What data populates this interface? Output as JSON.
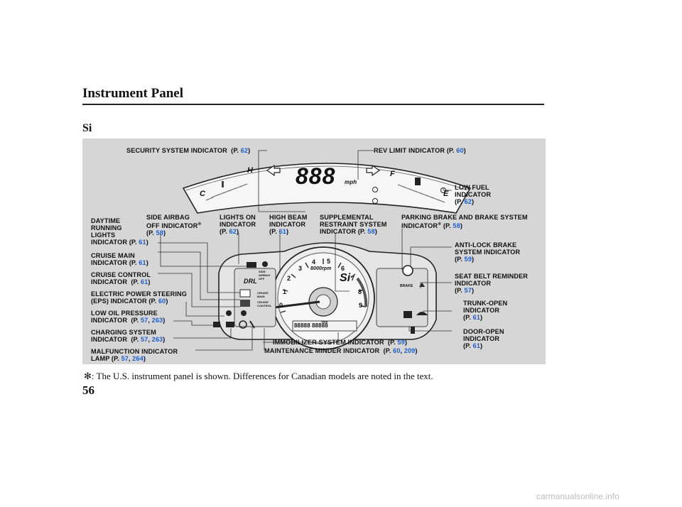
{
  "header": {
    "title": "Instrument Panel",
    "section": "Si"
  },
  "labels": {
    "security": {
      "name": "SECURITY SYSTEM INDICATOR",
      "pages": [
        "62"
      ]
    },
    "rev_limit": {
      "name": "REV LIMIT INDICATOR",
      "pages": [
        "60"
      ]
    },
    "low_fuel": {
      "lines": [
        "LOW FUEL",
        "INDICATOR"
      ],
      "pages": [
        "62"
      ]
    },
    "drl": {
      "lines": [
        "DAYTIME",
        "RUNNING",
        "LIGHTS",
        "INDICATOR"
      ],
      "pages": [
        "61"
      ]
    },
    "side_airbag": {
      "lines": [
        "SIDE AIRBAG",
        "OFF INDICATOR"
      ],
      "pages": [
        "58"
      ]
    },
    "lights_on": {
      "lines": [
        "LIGHTS ON",
        "INDICATOR"
      ],
      "pages": [
        "62"
      ]
    },
    "high_beam": {
      "lines": [
        "HIGH BEAM",
        "INDICATOR"
      ],
      "pages": [
        "61"
      ]
    },
    "srs": {
      "lines": [
        "SUPPLEMENTAL",
        "RESTRAINT SYSTEM",
        "INDICATOR"
      ],
      "pages": [
        "58"
      ]
    },
    "parking_brake": {
      "lines": [
        "PARKING BRAKE AND BRAKE SYSTEM",
        "INDICATOR"
      ],
      "pages": [
        "58"
      ]
    },
    "cruise_main": {
      "lines": [
        "CRUISE MAIN",
        "INDICATOR"
      ],
      "pages": [
        "61"
      ]
    },
    "cruise_control": {
      "lines": [
        "CRUISE CONTROL",
        "INDICATOR"
      ],
      "pages": [
        "61"
      ]
    },
    "eps": {
      "lines": [
        "ELECTRIC POWER STEERING",
        "(EPS) INDICATOR"
      ],
      "pages": [
        "60"
      ]
    },
    "low_oil": {
      "lines": [
        "LOW OIL PRESSURE",
        "INDICATOR"
      ],
      "pages": [
        "57",
        "263"
      ]
    },
    "charging": {
      "lines": [
        "CHARGING SYSTEM",
        "INDICATOR"
      ],
      "pages": [
        "57",
        "263"
      ]
    },
    "malfunction": {
      "lines": [
        "MALFUNCTION INDICATOR",
        "LAMP"
      ],
      "pages": [
        "57",
        "264"
      ]
    },
    "abs": {
      "lines": [
        "ANTI-LOCK BRAKE",
        "SYSTEM INDICATOR"
      ],
      "pages": [
        "59"
      ]
    },
    "seat_belt": {
      "lines": [
        "SEAT BELT REMINDER",
        "INDICATOR"
      ],
      "pages": [
        "57"
      ]
    },
    "trunk": {
      "lines": [
        "TRUNK-OPEN",
        "INDICATOR"
      ],
      "pages": [
        "61"
      ]
    },
    "door": {
      "lines": [
        "DOOR-OPEN",
        "INDICATOR"
      ],
      "pages": [
        "61"
      ]
    },
    "immobilizer": {
      "name": "IMMOBILIZER SYSTEM INDICATOR",
      "pages": [
        "59"
      ]
    },
    "maintenance": {
      "name": "MAINTENANCE MINDER INDICATOR",
      "pages": [
        "60",
        "209"
      ]
    }
  },
  "cluster": {
    "speed_display": "888",
    "speed_unit": "mph",
    "tach_badge": "Si",
    "tach_redline": "8000rpm",
    "tach_numbers": [
      "0",
      "1",
      "2",
      "3",
      "4",
      "5",
      "6",
      "7",
      "8",
      "9"
    ],
    "odometer": "88888 88888",
    "trip_label": "TRIP",
    "airbag_icon_text": "SIDE AIRBAG OFF",
    "drl_icon_text": "DRL",
    "cruise_main_icon_text": "CRUISE MAIN",
    "cruise_control_icon_text": "CRUISE CONTROL",
    "brake_icon_text": "BRAKE",
    "temp_h": "H",
    "temp_c": "C",
    "fuel_f": "F",
    "fuel_e": "E"
  },
  "footnote": {
    "mark": "✻",
    "text": ": The U.S. instrument panel is shown. Differences for Canadian models are noted in the text."
  },
  "page_number": "56",
  "watermark": "carmanualsonline.info",
  "colors": {
    "page_ref": "#1a5fd6",
    "panel_bg": "#d6d6d6"
  }
}
